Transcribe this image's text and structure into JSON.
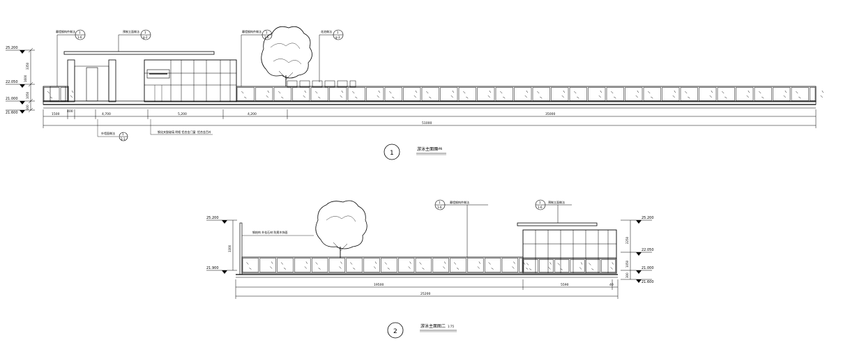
{
  "drawing": {
    "background": "#ffffff",
    "line_color": "#000000"
  },
  "elevation_1": {
    "number": "1",
    "title": "游泳主面图一",
    "scale": "1:75",
    "levels": [
      "25.200",
      "22.050",
      "21.000",
      "21.600"
    ],
    "vertical_dims": [
      "3350",
      "1600",
      "1050",
      "300"
    ],
    "dims_top": [
      "1500",
      "400",
      "4,700",
      "5,200",
      "4,200",
      "35000"
    ],
    "dim_total": "51000",
    "callouts": [
      {
        "num": "1",
        "ref": "1-6"
      },
      {
        "num": "1",
        "ref": "g-2"
      },
      {
        "num": "1",
        "ref": "1-6"
      },
      {
        "num": "1",
        "ref": "g-3"
      }
    ],
    "bottom_callout": {
      "num": "1",
      "ref": "1-1"
    }
  },
  "elevation_2": {
    "number": "2",
    "title": "游泳主面图二",
    "scale": "1:75",
    "levels_left": [
      "25.200",
      "21.900"
    ],
    "levels_right": [
      "25.200",
      "22.050",
      "21.000",
      "21.600"
    ],
    "vertical_dims_left": [
      "3300"
    ],
    "vertical_dims_right": [
      "2250",
      "1050",
      "300"
    ],
    "dims": [
      "19500",
      "5590",
      "40"
    ],
    "dim_total": "25200",
    "callouts": [
      {
        "num": "1",
        "ref": "1-6"
      },
      {
        "num": "1",
        "ref": "1-6"
      }
    ]
  }
}
